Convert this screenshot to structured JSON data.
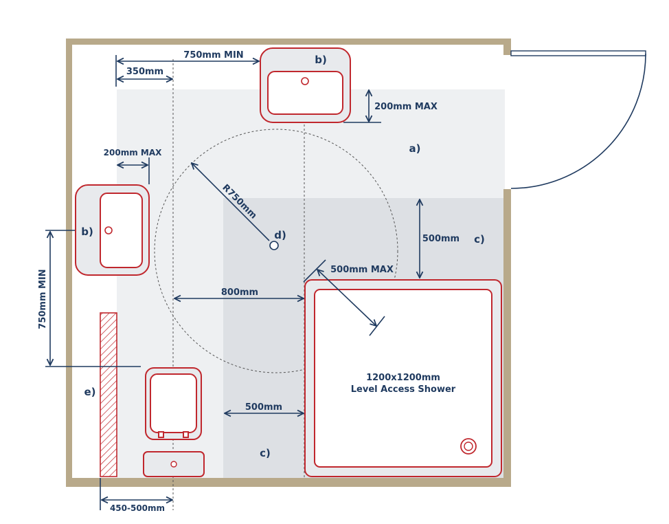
{
  "labels": {
    "sink_top_width": "750mm MIN",
    "sink_top_offset": "350mm",
    "sink_top_letter": "b)",
    "sink_top_projection": "200mm MAX",
    "zone_a": "a)",
    "sink_left_projection": "200mm MAX",
    "radius": "R750mm",
    "turning_circle": "d)",
    "sink_left_letter": "b)",
    "vertical_clear": "750mm MIN",
    "shower_clearance": "500mm",
    "zone_c_right": "c)",
    "shower_diag": "500mm MAX",
    "width_800": "800mm",
    "shower_line1": "1200x1200mm",
    "shower_line2": "Level Access Shower",
    "toilet_clearance": "500mm",
    "zone_c_bottom": "c)",
    "grab_rail_letter": "e)",
    "toilet_offset": "450-500mm"
  },
  "colors": {
    "wall": "#b8a98a",
    "fixture_outline": "#c0272d",
    "dimension": "#1f3a5f",
    "zone_light": "#eef0f2",
    "zone_dark": "#dde0e4"
  }
}
